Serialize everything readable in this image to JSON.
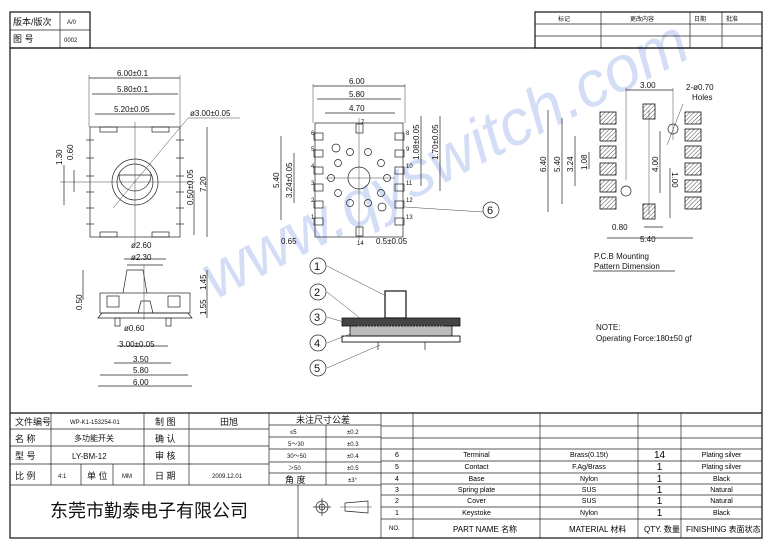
{
  "header": {
    "version_label": "版本/版次",
    "version_value": "A/0",
    "drawing_no_label": "图 号",
    "drawing_no_value": "0002",
    "revision_columns": [
      "标记",
      "更改内容",
      "日期",
      "批准"
    ]
  },
  "watermark": "www.qyswitch.com",
  "top_view": {
    "dims": [
      "6.00±0.1",
      "5.80±0.1",
      "5.20±0.05",
      "ø3.00±0.05",
      "1.30",
      "0.60",
      "0.50±0.05",
      "7.20"
    ]
  },
  "bottom_view": {
    "dims": [
      "6.00",
      "5.80",
      "4.70",
      "5.40",
      "3.24±0.05",
      "1.08±0.05",
      "1.70±0.05",
      "0.65",
      "0.5±0.05"
    ],
    "pins": [
      "1",
      "2",
      "3",
      "4",
      "5",
      "6",
      "7",
      "8",
      "9",
      "10",
      "11",
      "12",
      "13",
      "14"
    ],
    "callout": "6"
  },
  "pcb_view": {
    "dims": [
      "3.00",
      "2-ø0.70",
      "Holes",
      "6.40",
      "5.40",
      "3.24",
      "1.08",
      "4.00",
      "1.00",
      "0.80",
      "5.40"
    ],
    "caption_line1": "P.C.B  Mounting",
    "caption_line2": "Pattern  Dimension"
  },
  "side_view": {
    "dims": [
      "ø2.60",
      "ø2.30",
      "0.50",
      "1.45",
      "1.55",
      "ø0.60",
      "3.00±0.05",
      "3.50",
      "5.80",
      "6.00"
    ]
  },
  "section_view": {
    "callouts": [
      "1",
      "2",
      "3",
      "4",
      "5"
    ]
  },
  "note": {
    "line1": "NOTE:",
    "line2": "Operating Force:180±50 gf"
  },
  "title_block": {
    "file_no_label": "文件编号",
    "file_no_value": "WP-K1-153254-01",
    "drawn_label": "制 图",
    "drawn_value": "田旭",
    "name_label": "名 称",
    "name_value": "多功能开关",
    "confirm_label": "确 认",
    "model_label": "型 号",
    "model_value": "LY-BM-12",
    "review_label": "审 核",
    "scale_label": "比 例",
    "scale_value": "4:1",
    "unit_label": "单 位",
    "unit_value": "MM",
    "date_label": "日 期",
    "date_value": "2009.12.01",
    "company": "东莞市勤泰电子有限公司",
    "tolerance_title": "未注尺寸公差",
    "tolerances": [
      {
        "range": "≤5",
        "tol": "±0.2"
      },
      {
        "range": "5～30",
        "tol": "±0.3"
      },
      {
        "range": "30～50",
        "tol": "±0.4"
      },
      {
        "range": "＞50",
        "tol": "±0.5"
      },
      {
        "range": "角 度",
        "tol": "±3°"
      }
    ]
  },
  "bom": {
    "rows": [
      {
        "no": "6",
        "part": "Terminal",
        "material": "Brass(0.15t)",
        "qty": "14",
        "finish": "Plating  silver"
      },
      {
        "no": "5",
        "part": "Contact",
        "material": "F.Ag/Brass",
        "qty": "1",
        "finish": "Plating  silver"
      },
      {
        "no": "4",
        "part": "Base",
        "material": "Nylon",
        "qty": "1",
        "finish": "Black"
      },
      {
        "no": "3",
        "part": "Spring plate",
        "material": "SUS",
        "qty": "1",
        "finish": "Natural"
      },
      {
        "no": "2",
        "part": "Cover",
        "material": "SUS",
        "qty": "1",
        "finish": "Natural"
      },
      {
        "no": "1",
        "part": "Keystoke",
        "material": "Nylon",
        "qty": "1",
        "finish": "Black"
      }
    ],
    "headers": {
      "no": "NO.",
      "part": "PART  NAME 名称",
      "material": "MATERIAL 材料",
      "qty": "QTY. 数量",
      "finish": "FINISHING 表面状态"
    }
  }
}
